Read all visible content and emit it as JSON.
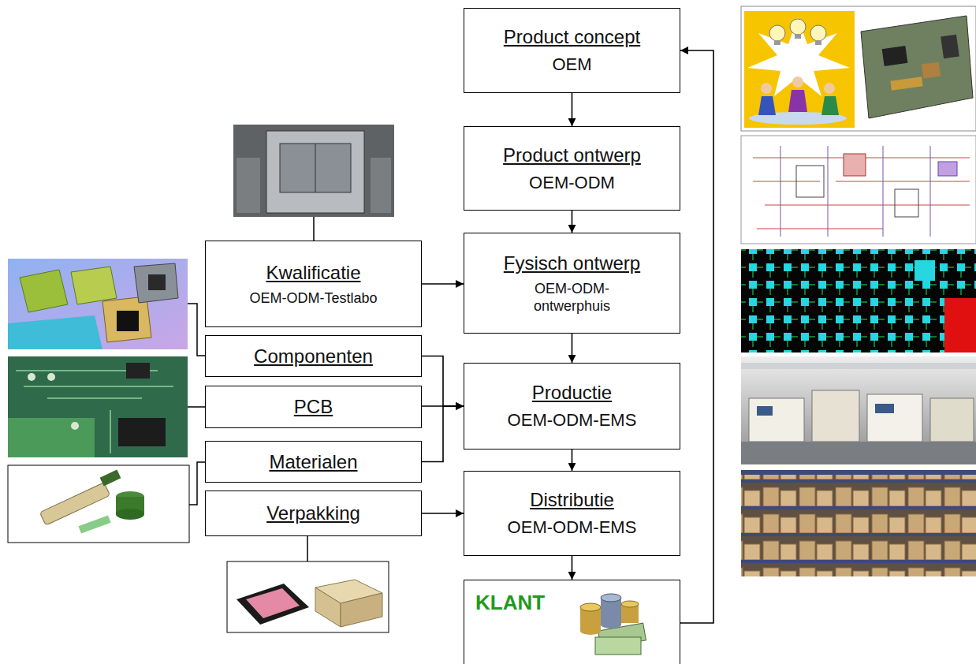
{
  "diagram": {
    "nodes": [
      {
        "text": [
          "Product concept",
          "OEM"
        ]
      },
      {
        "text": [
          "Product ontwerp",
          "OEM-ODM"
        ]
      },
      {
        "text": [
          "Kwalificatie",
          "OEM-ODM-Testlabo"
        ]
      },
      {
        "text": [
          "Fysisch ontwerp",
          "OEM-ODM- ontwerphuis"
        ]
      },
      {
        "text": [
          "Componenten"
        ]
      },
      {
        "text": [
          "PCB"
        ]
      },
      {
        "text": [
          "Productie",
          "OEM-ODM-EMS"
        ]
      },
      {
        "text": [
          "Materialen"
        ]
      },
      {
        "text": [
          "Verpakking"
        ]
      },
      {
        "text": [
          "Distributie",
          "OEM-ODM-EMS"
        ]
      },
      {
        "text": [
          "KLANT"
        ]
      }
    ],
    "edges": [
      {
        "from": 0,
        "to": 1,
        "arrow": "to"
      },
      {
        "from": 1,
        "to": 3,
        "arrow": "to"
      },
      {
        "from": 2,
        "to": 3,
        "arrow": "to"
      },
      {
        "from": 3,
        "to": 6,
        "arrow": "to"
      },
      {
        "from": 4,
        "to": 6,
        "arrow": "to"
      },
      {
        "from": 5,
        "to": 6,
        "arrow": "to"
      },
      {
        "from": 7,
        "to": 6,
        "arrow": "to"
      },
      {
        "from": 6,
        "to": 9,
        "arrow": "to"
      },
      {
        "from": 8,
        "to": 9,
        "arrow": "to"
      },
      {
        "from": 9,
        "to": 10,
        "arrow": "to"
      },
      {
        "from": 10,
        "to": 0,
        "arrow": "to"
      }
    ]
  }
}
